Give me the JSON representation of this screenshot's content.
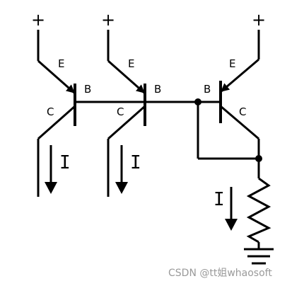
{
  "supply_symbol": "+",
  "transistors": [
    {
      "id": "q1",
      "emitter": "E",
      "base": "B",
      "collector": "C"
    },
    {
      "id": "q2",
      "emitter": "E",
      "base": "B",
      "collector": "C"
    },
    {
      "id": "q3",
      "emitter": "E",
      "base": "B",
      "collector": "C"
    }
  ],
  "currents": [
    {
      "id": "i1",
      "label": "I"
    },
    {
      "id": "i2",
      "label": "I"
    },
    {
      "id": "i3",
      "label": "I"
    }
  ],
  "watermark": "CSDN @tt姐whaosoft"
}
